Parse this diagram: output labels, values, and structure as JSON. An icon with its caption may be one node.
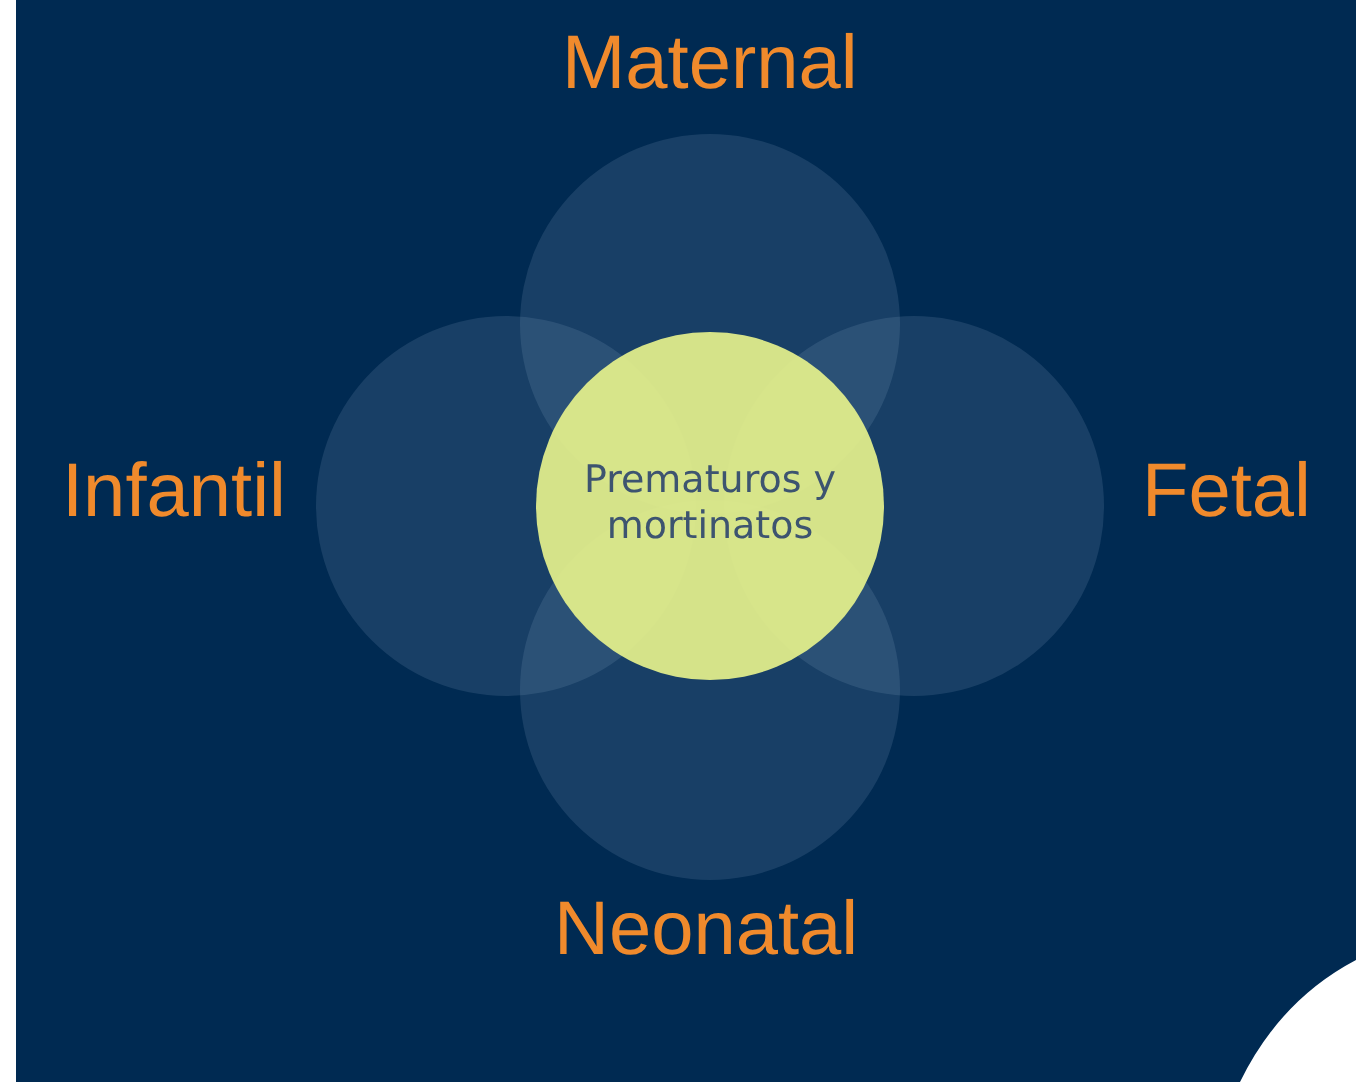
{
  "diagram": {
    "nodes": [
      {
        "text": [
          "Maternal"
        ]
      },
      {
        "text": [
          "Infantil"
        ]
      },
      {
        "text": [
          "Prematuros y mortinatos"
        ]
      },
      {
        "text": [
          "Fetal"
        ]
      },
      {
        "text": [
          "Neonatal"
        ]
      }
    ]
  }
}
